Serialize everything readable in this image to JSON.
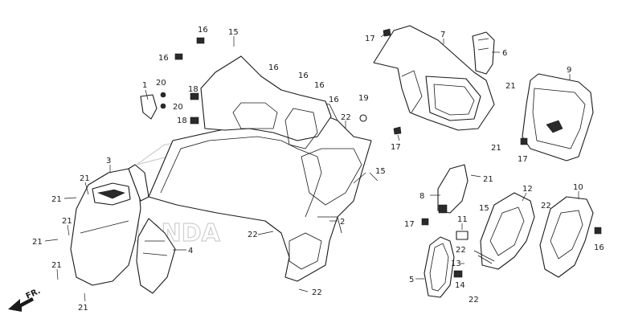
{
  "diagram": {
    "watermark_text": "HONDA",
    "direction_label": "FR.",
    "callouts": [
      {
        "id": "c1",
        "text": "1"
      },
      {
        "id": "c2",
        "text": "2"
      },
      {
        "id": "c3",
        "text": "3"
      },
      {
        "id": "c4",
        "text": "4"
      },
      {
        "id": "c5",
        "text": "5"
      },
      {
        "id": "c6",
        "text": "6"
      },
      {
        "id": "c7",
        "text": "7"
      },
      {
        "id": "c8",
        "text": "8"
      },
      {
        "id": "c9",
        "text": "9"
      },
      {
        "id": "c10",
        "text": "10"
      },
      {
        "id": "c11",
        "text": "11"
      },
      {
        "id": "c12",
        "text": "12"
      },
      {
        "id": "c13",
        "text": "13"
      },
      {
        "id": "c14",
        "text": "14"
      },
      {
        "id": "c15a",
        "text": "15"
      },
      {
        "id": "c15b",
        "text": "15"
      },
      {
        "id": "c15c",
        "text": "15"
      },
      {
        "id": "c16a",
        "text": "16"
      },
      {
        "id": "c16b",
        "text": "16"
      },
      {
        "id": "c16c",
        "text": "16"
      },
      {
        "id": "c16d",
        "text": "16"
      },
      {
        "id": "c16e",
        "text": "16"
      },
      {
        "id": "c16f",
        "text": "16"
      },
      {
        "id": "c16g",
        "text": "16"
      },
      {
        "id": "c17a",
        "text": "17"
      },
      {
        "id": "c17b",
        "text": "17"
      },
      {
        "id": "c17c",
        "text": "17"
      },
      {
        "id": "c17d",
        "text": "17"
      },
      {
        "id": "c18a",
        "text": "18"
      },
      {
        "id": "c18b",
        "text": "18"
      },
      {
        "id": "c19",
        "text": "19"
      },
      {
        "id": "c20a",
        "text": "20"
      },
      {
        "id": "c20b",
        "text": "20"
      },
      {
        "id": "c21a",
        "text": "21"
      },
      {
        "id": "c21b",
        "text": "21"
      },
      {
        "id": "c21c",
        "text": "21"
      },
      {
        "id": "c21d",
        "text": "21"
      },
      {
        "id": "c21e",
        "text": "21"
      },
      {
        "id": "c21f",
        "text": "21"
      },
      {
        "id": "c21g",
        "text": "21"
      },
      {
        "id": "c21h",
        "text": "21"
      },
      {
        "id": "c21i",
        "text": "21"
      },
      {
        "id": "c22a",
        "text": "22"
      },
      {
        "id": "c22b",
        "text": "22"
      },
      {
        "id": "c22c",
        "text": "22"
      },
      {
        "id": "c22d",
        "text": "22"
      },
      {
        "id": "c22e",
        "text": "22"
      },
      {
        "id": "c22f",
        "text": "22"
      }
    ]
  }
}
